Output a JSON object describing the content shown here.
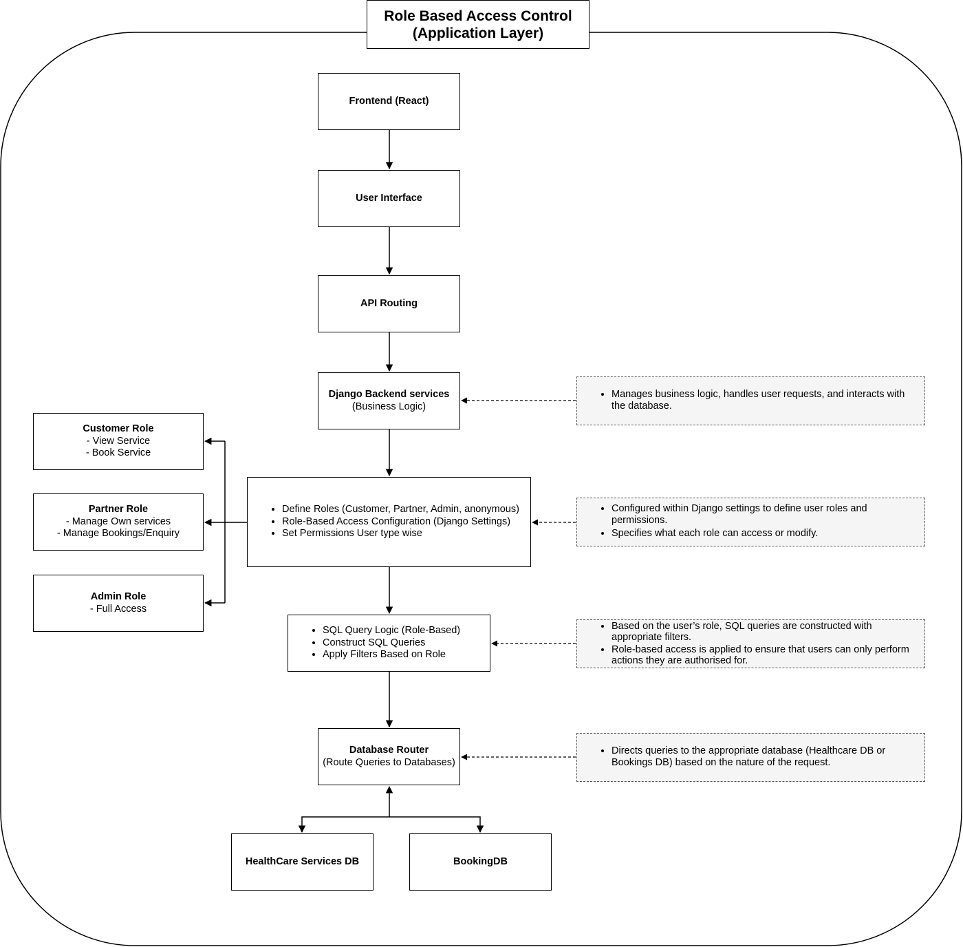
{
  "title": {
    "line1": "Role Based Access Control",
    "line2": "(Application Layer)"
  },
  "flow": {
    "frontend": "Frontend (React)",
    "ui": "User Interface",
    "api": "API Routing",
    "django": {
      "title": "Django Backend services",
      "subtitle": "(Business Logic)"
    },
    "rbac": [
      "Define Roles (Customer, Partner, Admin, anonymous)",
      "Role-Based Access  Configuration (Django Settings)",
      "Set Permissions User type wise"
    ],
    "sql": [
      "SQL Query Logic (Role-Based)",
      "Construct SQL Queries",
      "Apply Filters Based on Role"
    ],
    "router": {
      "title": "Database Router",
      "subtitle": "(Route Queries to Databases)"
    },
    "db1": "HealthCare Services DB",
    "db2": "BookingDB"
  },
  "roles": {
    "customer": {
      "title": "Customer Role",
      "lines": [
        "- View Service",
        "- Book Service"
      ]
    },
    "partner": {
      "title": "Partner Role",
      "lines": [
        "- Manage Own services",
        "- Manage Bookings/Enquiry"
      ]
    },
    "admin": {
      "title": "Admin Role",
      "lines": [
        "- Full Access"
      ]
    }
  },
  "notes": {
    "django": [
      "Manages business logic, handles user requests, and interacts with the database."
    ],
    "rbac": [
      "Configured within Django settings to define user roles and permissions.",
      "Specifies what each role can access or modify."
    ],
    "sql": [
      "Based on the user’s role, SQL queries are constructed with appropriate filters.",
      "Role-based access is applied to ensure that users can only perform actions they are authorised for."
    ],
    "router": [
      "Directs queries to the appropriate database (Healthcare DB or Bookings DB) based on the nature of the request."
    ]
  }
}
